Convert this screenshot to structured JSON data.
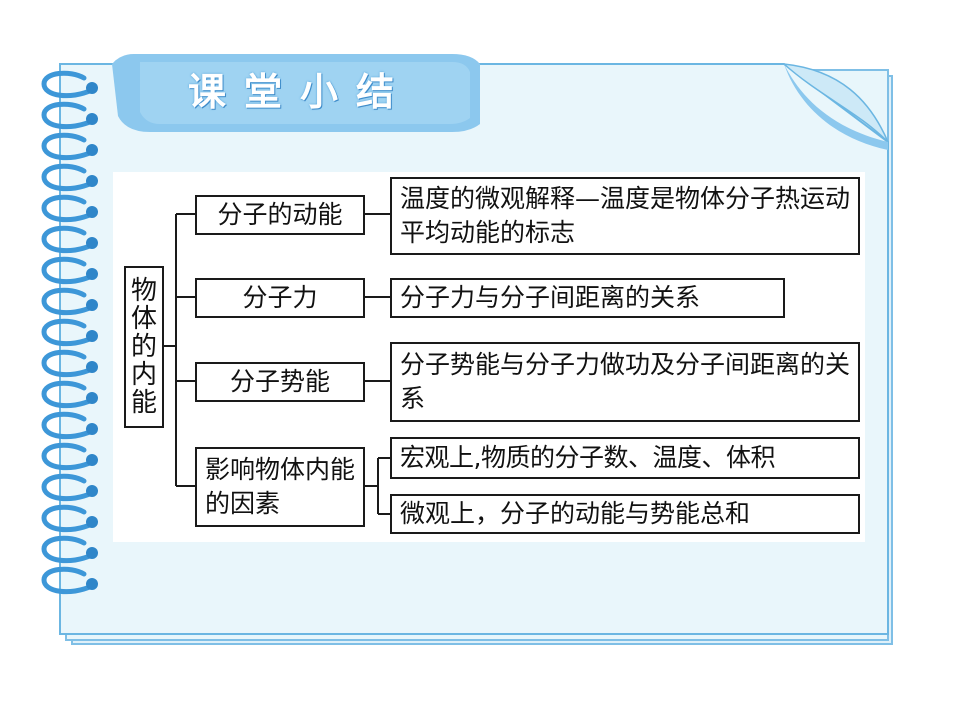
{
  "title": "课堂小结",
  "diagram": {
    "root": [
      "物",
      "体",
      "的",
      "内",
      "能"
    ],
    "branches": [
      {
        "label": "分子的动能",
        "details": [
          "温度的微观解释—温度是物体分子热运动平均动能的标志"
        ]
      },
      {
        "label": "分子力",
        "details": [
          "分子力与分子间距离的关系"
        ]
      },
      {
        "label": "分子势能",
        "details": [
          "分子势能与分子力做功及分子间距离的关系"
        ]
      },
      {
        "label": "影响物体内能的因素",
        "details": [
          "宏观上,物质的分子数、温度、体积",
          "微观上，分子的动能与势能总和"
        ]
      }
    ]
  },
  "colors": {
    "page": "#e9f6fb",
    "tab": "#8cc8ee",
    "ring": "#3d97d8",
    "border": "#6bb6e2"
  }
}
